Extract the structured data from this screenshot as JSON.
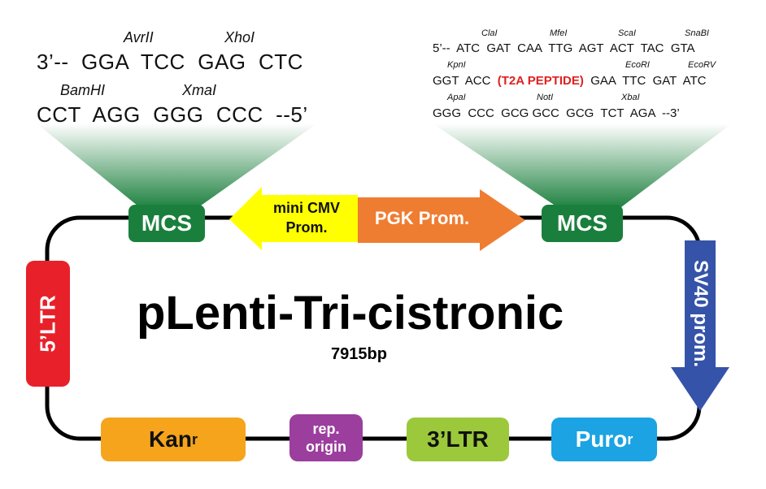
{
  "title": "pLenti-Tri-cistronic",
  "size": "7915bp",
  "mcs_left": {
    "label": "MCS",
    "line1": "3’--  GGA  TCC  GAG  CTC",
    "line2": "CCT  AGG  GGG  CCC  --5’",
    "enzymes_top": [
      "AvrII",
      "XhoI"
    ],
    "enzymes_bottom": [
      "BamHI",
      "XmaI"
    ]
  },
  "mcs_right": {
    "label": "MCS",
    "line1": "5’--  ATC  GAT  CAA  TTG  AGT  ACT  TAC  GTA",
    "line2a": "GGT  ACC",
    "line2_peptide": "(T2A PEPTIDE)",
    "line2b": "GAA  TTC  GAT  ATC",
    "line3": "GGG  CCC  GCG GCC  GCG  TCT  AGA  --3’",
    "enzymes_row1": [
      "ClaI",
      "MfeI",
      "ScaI",
      "SnaBI"
    ],
    "enzymes_row2": [
      "KpnI",
      "EcoRI",
      "EcoRV"
    ],
    "enzymes_row3": [
      "ApaI",
      "NotI",
      "XbaI"
    ]
  },
  "features": {
    "mini_cmv": "mini CMV Prom.",
    "mini_cmv_line1": "mini CMV",
    "mini_cmv_line2": "Prom.",
    "pgk": "PGK Prom.",
    "sv40": "SV40 prom.",
    "ltr5": "5’LTR",
    "ltr3": "3’LTR",
    "kan": "Kan",
    "kan_sup": "r",
    "rep_line1": "rep.",
    "rep_line2": "origin",
    "puro": "Puro",
    "puro_sup": "r"
  },
  "colors": {
    "green": "#1a7f3c",
    "yellow": "#ffff00",
    "orange": "#ef7d31",
    "blue": "#3553a8",
    "red": "#e8202a",
    "kan": "#f5a41c",
    "rep": "#9b3e9e",
    "ltr3": "#9bc93b",
    "puro": "#1ba3e3",
    "peptide": "#e02020"
  }
}
